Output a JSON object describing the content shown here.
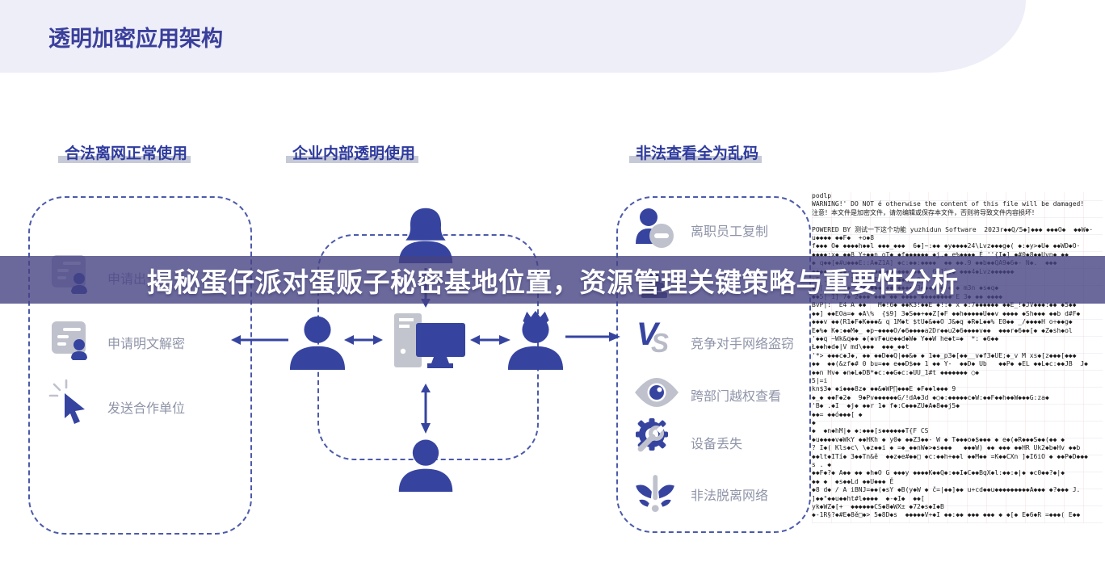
{
  "page": {
    "title": "透明加密应用架构",
    "banner_text": "揭秘蛋仔派对蛋贩子秘密基地位置，资源管理关键策略与重要性分析"
  },
  "sections": {
    "left": {
      "header": "合法离网正常使用",
      "items": [
        {
          "icon": "document-user-icon",
          "label": "申请出"
        },
        {
          "icon": "document-user-icon",
          "label": "申请明文解密"
        },
        {
          "icon": "cursor-click-icon",
          "label": "发送合作单位"
        }
      ]
    },
    "middle": {
      "header": "企业内部透明使用"
    },
    "right": {
      "header": "非法查看全为乱码",
      "items": [
        {
          "icon": "user-minus-icon",
          "label": "离职员工复制"
        },
        {
          "icon": "vs-icon",
          "label": "竞争对手网络盗窃"
        },
        {
          "icon": "eye-icon",
          "label": "跨部门越权查看"
        },
        {
          "icon": "gear-wrench-icon",
          "label": "设备丢失"
        },
        {
          "icon": "wifi-alert-icon",
          "label": "非法脱离网络"
        }
      ],
      "vs_v": "V",
      "vs_s": "S"
    }
  },
  "garbled": {
    "lines": [
      "podlp",
      "WARNING!' DO NOT é otherwise the content of this file will be damaged!",
      "注意！本文件是加密文件，请勿编辑或保存本文件，否则将导致文件内容损坏！",
      "",
      "POWERED BY 测试一下这个功能 yuzhidun Software  2023r◆◆Q/5◆]◆◆◆ ◆◆◆O◆  ◆◆W◆·",
      "u◆◆◆◆ ◆◆F◆  +o◆8",
      "f◆◆◆ O◆ ◆◆◆◆h◆◆l ◆◆◆_◆◆◆  6◆]~:◆◆ ◆y◆◆◆◆24\\Lvz◆◆◆g◆( ◆:◆y>◆U◆ ◆◆WD◆O·",
      "◆◆◆◆:x◆ ◆◆8 Y+◆◆n oT◆ ◆f◆◆◆◆◆◆ ◆j.◆ e%◆◆◆◆ É ''{I◆] ◆#0◆8◆◆Uvn◆ ◆◆",
      "◆ q◆◆[◆#u◆◆◆E::A◆Z1A] ◆c:◆◆:◆◆◆◆  ◆◆ ◆◆.9 ◆◆b◆◆QA9◆6◆- N◆.  ◆◆◆",
      "◆◆◆◆ ◆g◆◆-◆◆◆ ◆◆◆◆,◆◆◆◆◆◆.◆◆◆  6◆]`:◆ ◆◆◆4◆Lvz◆◆◆◆◆◆",
      "◆F .◆Z%◆◆ 1] 7◆CE ◆Ja ◆◆◆ ◆Q ◆",
      "◆◆|  E4 ◆◆ ◆2◆ ◆◆◆ ◆◆ ◆◆◆◆ 3◆◆◆b◆◆ ◆ ◆ m3n ◆s◆q◆",
      "◆◆5| 1] 7◆ 2◆◆◆ ◆◆◆ ◆◆ ◆◆◆◆ ◆◆◆◆◆◆◆◆ E 3◆ ◆◆ ◆◆◆◆",
      "BvP|:  E4 A ◆◆   M◆!6◆ ◆◆K3!◆◆E ◆!:◆ x ◆:7◆◆◆◆◆◆ ◆◆E_!◆JV◆◆◆:◆◆ ◆5◆◆",
      "◆◆] ◆◆EOa=◆ ◆A\\%  {$9] 3◆S◆◆+◆◆Z[◆F ◆◆h◆◆◆◆◆U◆◆v ◆◆◆◆ ◆Sh◆◆◆ ◆◆b d#F◆",
      "◆◆◆v ◆◆(R1◆F◆K◆◆◆& q 1M◆t $tU◆&◆◆O J&◆q ◆R◆L◆◆% E0◆◆ _/◆◆◆◆H o÷◆◆g◆",
      "E◆%◆ K◆:◆◆M◆_ ◆p~◆◆◆◆O/◆6◆◆◆◆a2Dr◆◆u2◆6◆◆◆◆v◆◆  ◆◆◆r◆6◆◆[◆ ◆Z◆sh◆ol",
      "'◆◆q ~Wk&q◆◆ ◆(◆vF◆ue◆◆d◆W◆ Y◆◆W he◆t=◆  *: ◆6◆◆",
      "Ł◆◆h◆d◆|V md\\◆◆◆  ◆◆◆_◆◆t",
      "'*> ◆◆◆c◆J◆, ◆◆ ◆◆D◆◆Q|◆◆&◆ ◆ 1◆◆_p3◆[◆◆__v◆f3◆UE;◆_v M xs◆[z◆◆◆[◆◆◆",
      "◆◆  ◆◆(&zf◆# 0 bu=◆◆ e◆◆D$◆◆ 1 ◆◆ Y-  ◆◆D◆ Ub   ◆◆P◆ ◆EL ◆◆L◆c:◆◆JB  J◆",
      "◆◆n Hv◆ ◆n◆L◆DB*◆c:◆◆G◆c:◆UU_1#t ◆◆◆◆◆◆◆ ○◆",
      "5|=i",
      "kn$3◆ ◆i◆◆◆8z◆ ◆◆&◆WP∏◆◆◆E ◆F◆◆l◆◆◆ 9",
      "◆_◆ ◆◆F◆2◆  9◆Pv◆◆◆◆◆◆G/!dA◆3d ◆○◆:◆◆◆◆◆c◆W:◆◆F◆◆h◆◆W◆◆◆G:za◆",
      "'B◆ .◆I  ◆j◆ ◆◆r 1◆ f◆:C◆◆◆ZU◆A◆8◆◆j5◆",
      "◆◆= ◆◆ó◆◆◆[ ◆",
      "◆",
      "◆  ◆n◆hM|◆ ◆:◆◆◆[s◆◆◆◆◆◆T{F CS",
      "◆u◆◆◆◆v◆WkY ◆◆HKh ◆ y0◆ ◆◆Z3◆◆- W ◆ T◆◆◆o◆$◆◆◆ ◆ e◆(◆R◆◆◆S◆◆(◆◆ ◆",
      "? I◆( Kls◆c\\ \\◆z◆◆i ◆ =◆_◆◆nW◆>◆s◆◆◆   ◆◆◆W) ◆◆ ◆◆◆ ◆◆HR Uk2◆b◆Hv ◆◆b",
      "◆◆lt◆ITí◆ 3◆◆T∩&ě  ◆◆z◆e#◆◆□ ◆c:◆◆h+◆◆l ◆◆M◆◆ =K◆◆CXn ]◆I6iO ◆ ◆◆P◆D◆◆◆",
      "s . ◆",
      "◆◆F◆?◆ A◆◆ ◆◆ ◆h◆O G ◆◆◆y ◆◆◆◆K◆◆Q◆:◆◆I◆C◆◆BqX◆l:◆◆:◆|◆ ◆c0◆◆?◆|◆",
      "◆◆ ◆  ◆s◆◆Ld ◆◆U◆◆◆ Ě",
      "◆8 d◆ / A iBNJ=◆◆(◆sY ◆B(y◆W ◆ č=|◆◆]◆◆ u+cd◆◆u◆◆◆◆◆◆◆◆◆A◆◆◆ ◆?◆◆◆ J.",
      "]◆◆°◆◆u◆◆ht#l◆◆◆◆  ◆-◆I◆  ◆◆[",
      "yk◆WZ◆[+  ◆◆◆◆◆◆CS◆8◆WX± ◆72◆s◆I◆B",
      "◆-1R§?◆#E◆8ě□◆> 5◆8D◆s  ◆◆◆◆◆V+◆I ◆◆:◆◆ ◆◆◆ ◆◆◆ ◆ ◆[◆ E◆6◆R =◆◆◆( E◆◆"
    ]
  },
  "colors": {
    "accent_blue": "#3644A0",
    "deep_blue_title": "#3A3F9B",
    "header_blue": "#2F3B9D",
    "icon_gray": "#BFC2CD",
    "label_gray": "#8F94A8",
    "band_lavender": "#EDEEF8",
    "dashed_border": "#4C5AAA",
    "banner_overlay": "rgba(70,66,131,0.8)"
  }
}
